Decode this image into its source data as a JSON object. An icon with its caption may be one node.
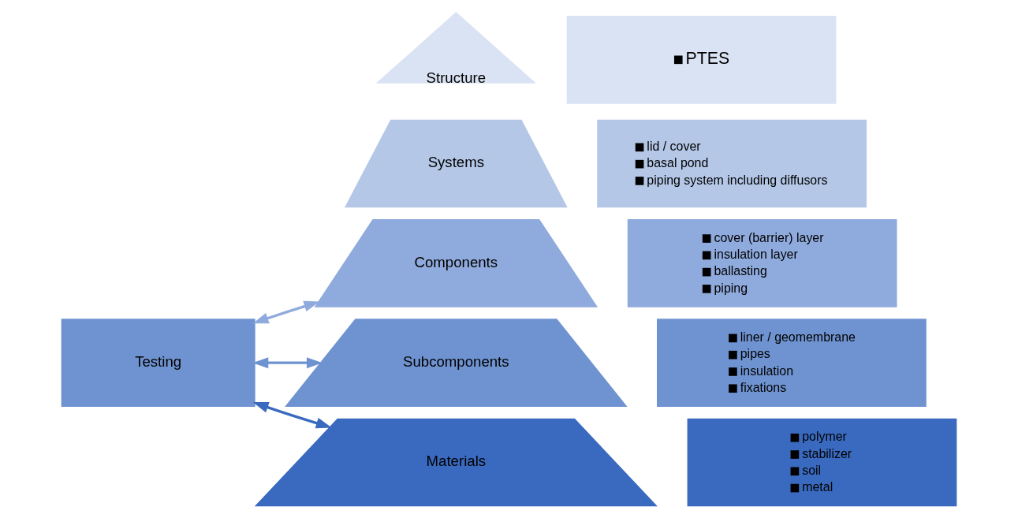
{
  "diagram": {
    "nodes": [
      {
        "text": [
          "Structure"
        ]
      },
      {
        "text": [
          "PTES"
        ]
      },
      {
        "text": [
          "Systems"
        ]
      },
      {
        "text": [
          "lid / cover",
          "basal pond",
          "piping system including diffusors"
        ]
      },
      {
        "text": [
          "Components"
        ]
      },
      {
        "text": [
          "cover (barrier) layer",
          "insulation layer",
          "ballasting",
          "piping"
        ]
      },
      {
        "text": [
          "Subcomponents"
        ]
      },
      {
        "text": [
          "liner / geomembrane",
          "pipes",
          "insulation",
          "fixations"
        ]
      },
      {
        "text": [
          "Materials"
        ]
      },
      {
        "text": [
          "polymer",
          "stabilizer",
          "soil",
          "metal"
        ]
      },
      {
        "text": [
          "Testing"
        ]
      }
    ],
    "edges": [
      {
        "from": 10,
        "to": 4,
        "arrow": "both",
        "color": "#8faadc"
      },
      {
        "from": 10,
        "to": 6,
        "arrow": "both",
        "color": "#6f93d0"
      },
      {
        "from": 10,
        "to": 8,
        "arrow": "both",
        "color": "#3a6abf"
      }
    ]
  }
}
